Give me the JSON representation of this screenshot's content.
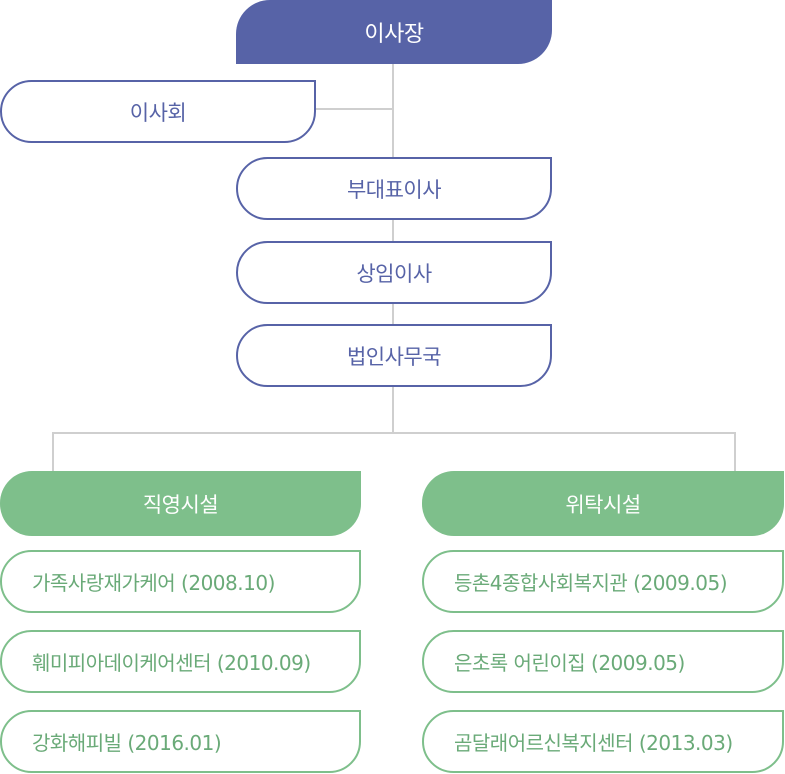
{
  "org": {
    "top": "이사장",
    "board": "이사회",
    "vice": "부대표이사",
    "standing": "상임이사",
    "office": "법인사무국"
  },
  "direct": {
    "title": "직영시설",
    "items": [
      "가족사랑재가케어 (2008.10)",
      "훼미피아데이케어센터 (2010.09)",
      "강화해피빌 (2016.01)"
    ]
  },
  "consigned": {
    "title": "위탁시설",
    "items": [
      "등촌4종합사회복지관 (2009.05)",
      "은초록 어린이집 (2009.05)",
      "곰달래어르신복지센터 (2013.03)"
    ]
  },
  "colors": {
    "primary": "#5763a7",
    "green": "#7ebf8b",
    "connector": "#cfcfcf"
  }
}
